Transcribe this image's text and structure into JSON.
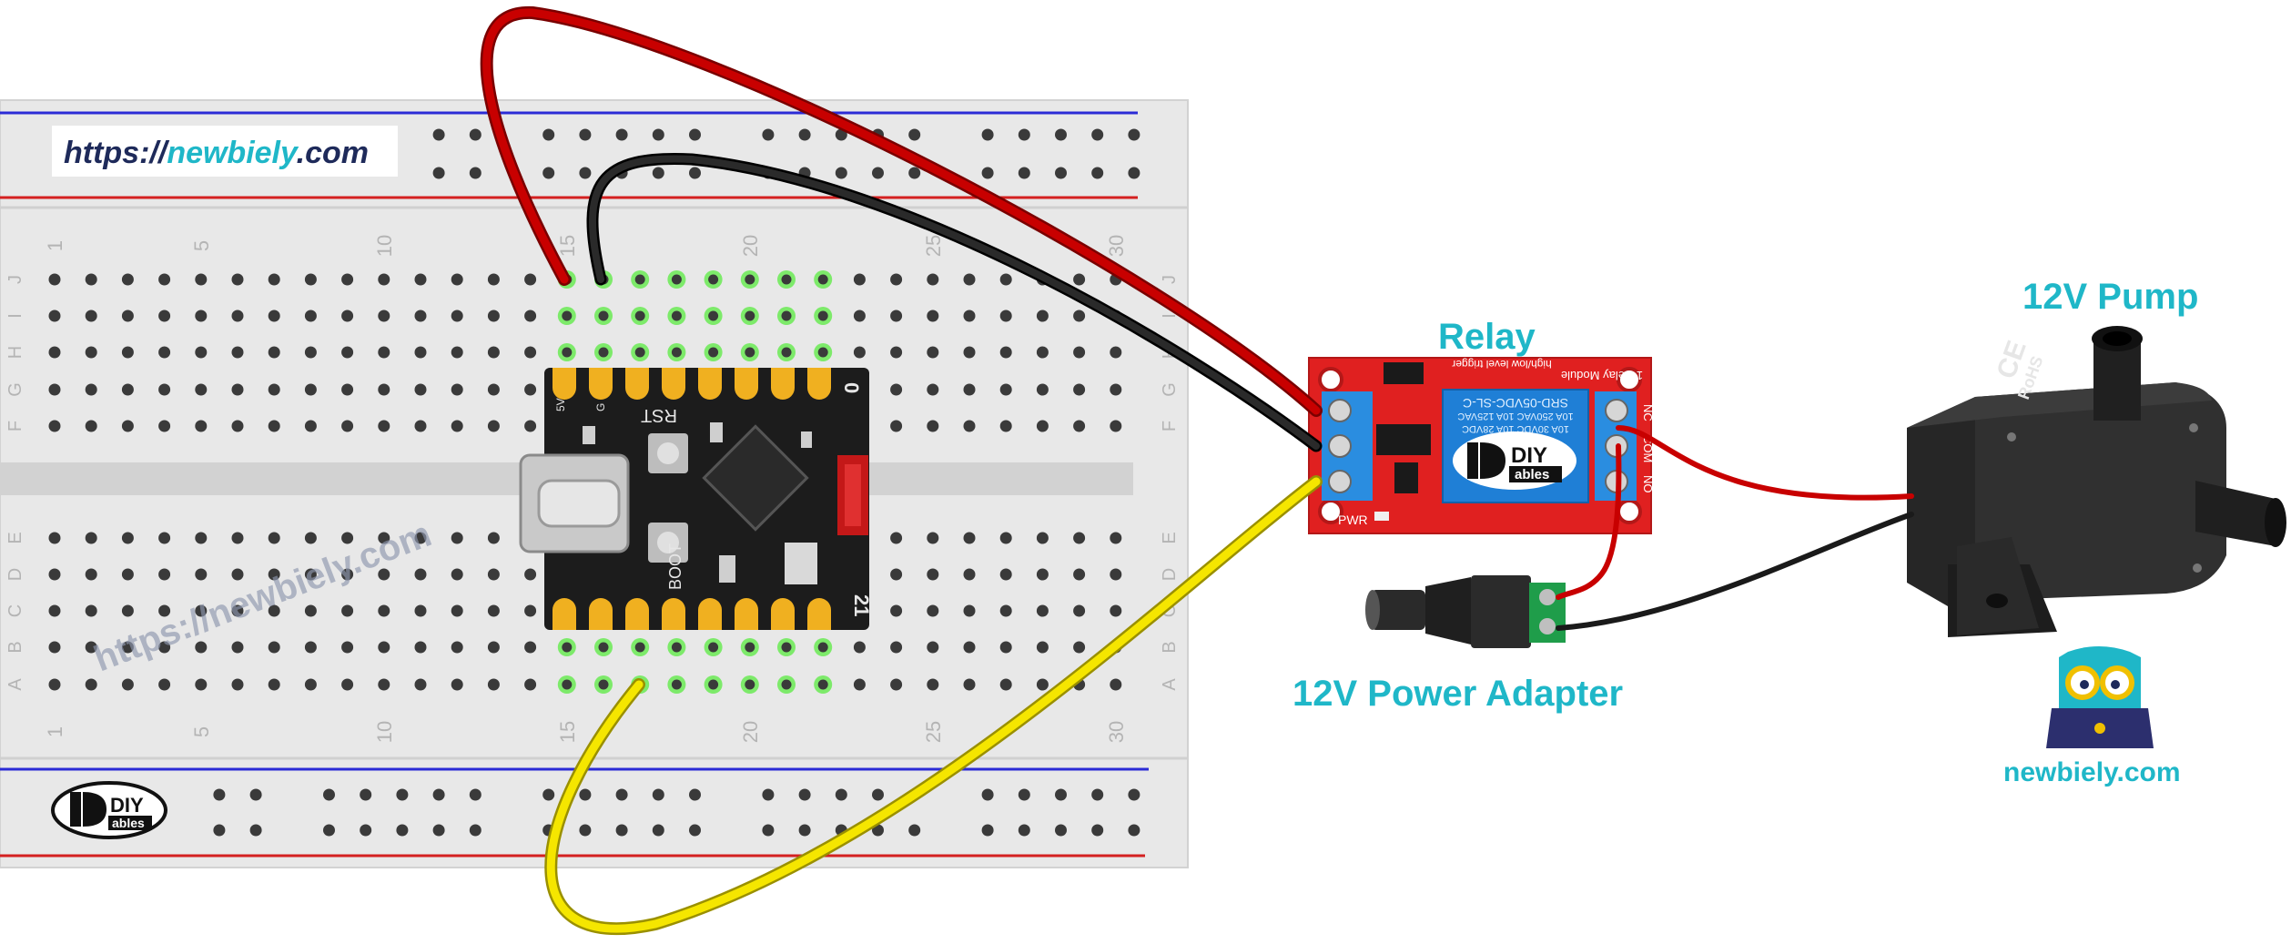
{
  "labels": {
    "url": {
      "prefix": "https://",
      "brand": "newbiely",
      "suffix": ".com"
    },
    "watermark": "https://newbiely.com",
    "relay": "Relay",
    "pump": "12V Pump",
    "adapter": "12V Power Adapter",
    "site": "newbiely.com"
  },
  "breadboard": {
    "columns": 30,
    "column_numbers": [
      "1",
      "5",
      "10",
      "15",
      "20",
      "25",
      "30"
    ],
    "row_letters_top": [
      "J",
      "I",
      "H",
      "G",
      "F"
    ],
    "row_letters_bottom": [
      "E",
      "D",
      "C",
      "B",
      "A"
    ]
  },
  "logo": {
    "top": "DIY",
    "bottom": "ables"
  },
  "board": {
    "pin_labels": [
      "5V",
      "G",
      "RST",
      "BOOT",
      "0",
      "21"
    ]
  },
  "relay_module": {
    "top_text": "1 Relay Module",
    "top_text_2": "high/low level trigger",
    "relay_lines": [
      "SRD-05VDC-SL-C",
      "10A 250VAC 10A 125VAC",
      "10A 30VDC 10A 28VDC"
    ],
    "terminals": [
      "NC",
      "COM",
      "NO"
    ],
    "pwr_label": "PWR",
    "logo": {
      "top": "DIY",
      "bottom": "ables"
    }
  },
  "pump_module": {
    "marks": [
      "CE",
      "RoHS"
    ]
  },
  "colors": {
    "brand_cyan": "#1fb7c8",
    "url_navy": "#1e2a5a",
    "wire_red": "#c80000",
    "wire_black": "#1a1a1a",
    "wire_yellow": "#f5e600",
    "relay_board": "#e02020",
    "relay_body": "#1f7fd6",
    "terminal_blue": "#2a8de0",
    "rail_blue": "#2b2bd6",
    "rail_red": "#d42020"
  },
  "icons": [
    "owl-laptop-icon",
    "diy-ables-logo",
    "usb-c-connector"
  ]
}
